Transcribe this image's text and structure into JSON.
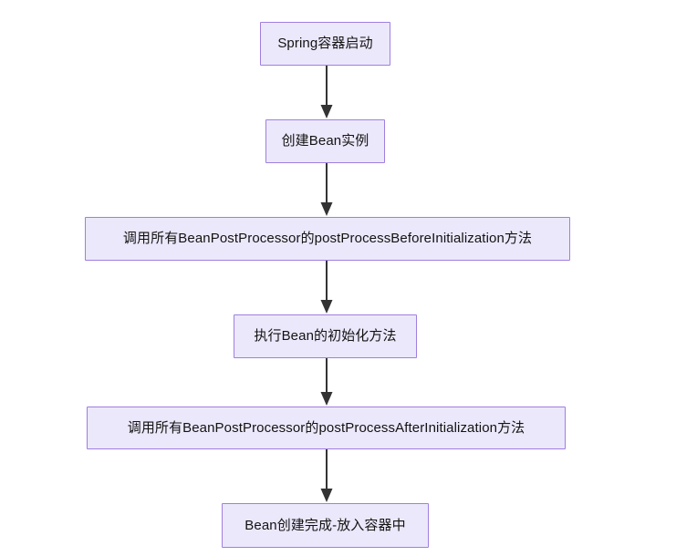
{
  "diagram": {
    "type": "flowchart",
    "direction": "top-to-bottom",
    "title": "Spring Bean Lifecycle Flowchart",
    "colors": {
      "node_fill": "#ece8fb",
      "node_border": "#9f7ee0",
      "node_text": "#131313",
      "edge": "#333333",
      "background": "#ffffff"
    },
    "nodes": [
      {
        "id": "n1",
        "label": "Spring容器启动"
      },
      {
        "id": "n2",
        "label": "创建Bean实例"
      },
      {
        "id": "n3",
        "label": "调用所有BeanPostProcessor的postProcessBeforeInitialization方法"
      },
      {
        "id": "n4",
        "label": "执行Bean的初始化方法"
      },
      {
        "id": "n5",
        "label": "调用所有BeanPostProcessor的postProcessAfterInitialization方法"
      },
      {
        "id": "n6",
        "label": "Bean创建完成-放入容器中"
      }
    ],
    "edges": [
      {
        "id": "e1",
        "from": "n1",
        "to": "n2",
        "label": "",
        "arrow": "arrow-down-icon"
      },
      {
        "id": "e2",
        "from": "n2",
        "to": "n3",
        "label": "",
        "arrow": "arrow-down-icon"
      },
      {
        "id": "e3",
        "from": "n3",
        "to": "n4",
        "label": "",
        "arrow": "arrow-down-icon"
      },
      {
        "id": "e4",
        "from": "n4",
        "to": "n5",
        "label": "",
        "arrow": "arrow-down-icon"
      },
      {
        "id": "e5",
        "from": "n5",
        "to": "n6",
        "label": "",
        "arrow": "arrow-down-icon"
      }
    ]
  }
}
